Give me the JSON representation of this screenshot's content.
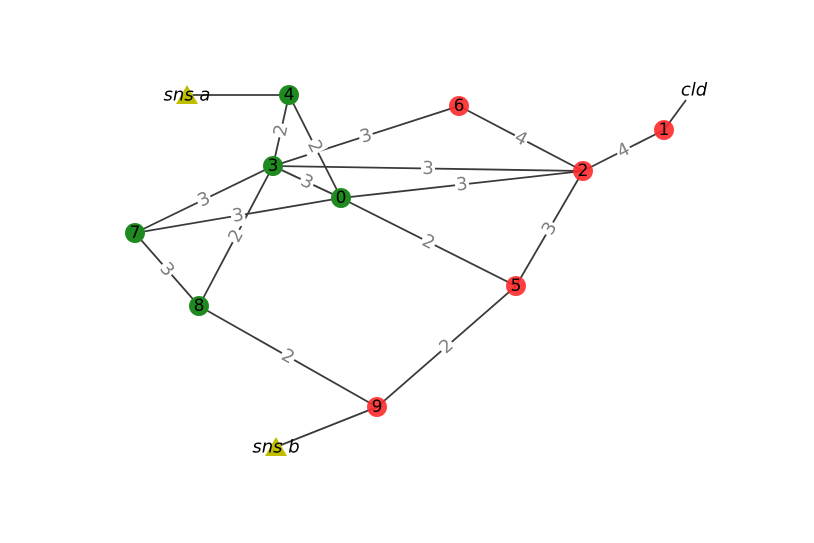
{
  "colors": {
    "green_node": "#1f8a1f",
    "red_node": "#ff2a2a",
    "terminal": "#bfbf00",
    "edge": "#3a3a3a",
    "edge_label": "#808080"
  },
  "nodes": [
    {
      "id": "0",
      "label": "0",
      "kind": "green"
    },
    {
      "id": "1",
      "label": "1",
      "kind": "red"
    },
    {
      "id": "2",
      "label": "2",
      "kind": "red"
    },
    {
      "id": "3",
      "label": "3",
      "kind": "green"
    },
    {
      "id": "4",
      "label": "4",
      "kind": "green"
    },
    {
      "id": "5",
      "label": "5",
      "kind": "red"
    },
    {
      "id": "6",
      "label": "6",
      "kind": "red"
    },
    {
      "id": "7",
      "label": "7",
      "kind": "green"
    },
    {
      "id": "8",
      "label": "8",
      "kind": "green"
    },
    {
      "id": "9",
      "label": "9",
      "kind": "red"
    },
    {
      "id": "sns_a",
      "label": "sns a",
      "kind": "sensor"
    },
    {
      "id": "sns_b",
      "label": "sns b",
      "kind": "sensor"
    },
    {
      "id": "cld",
      "label": "cld",
      "kind": "cloud"
    }
  ],
  "edges": [
    {
      "source": "sns_a",
      "target": "4",
      "weight": ""
    },
    {
      "source": "4",
      "target": "3",
      "weight": "2"
    },
    {
      "source": "4",
      "target": "0",
      "weight": "2"
    },
    {
      "source": "3",
      "target": "6",
      "weight": "3"
    },
    {
      "source": "3",
      "target": "2",
      "weight": "3"
    },
    {
      "source": "3",
      "target": "0",
      "weight": "3"
    },
    {
      "source": "3",
      "target": "7",
      "weight": "3"
    },
    {
      "source": "3",
      "target": "8",
      "weight": "2"
    },
    {
      "source": "6",
      "target": "2",
      "weight": "4"
    },
    {
      "source": "2",
      "target": "1",
      "weight": "4"
    },
    {
      "source": "1",
      "target": "cld",
      "weight": ""
    },
    {
      "source": "0",
      "target": "2",
      "weight": "3"
    },
    {
      "source": "0",
      "target": "5",
      "weight": "2"
    },
    {
      "source": "7",
      "target": "0",
      "weight": "3"
    },
    {
      "source": "7",
      "target": "8",
      "weight": "3"
    },
    {
      "source": "2",
      "target": "5",
      "weight": "3"
    },
    {
      "source": "8",
      "target": "9",
      "weight": "2"
    },
    {
      "source": "5",
      "target": "9",
      "weight": "2"
    },
    {
      "source": "9",
      "target": "sns_b",
      "weight": ""
    }
  ]
}
